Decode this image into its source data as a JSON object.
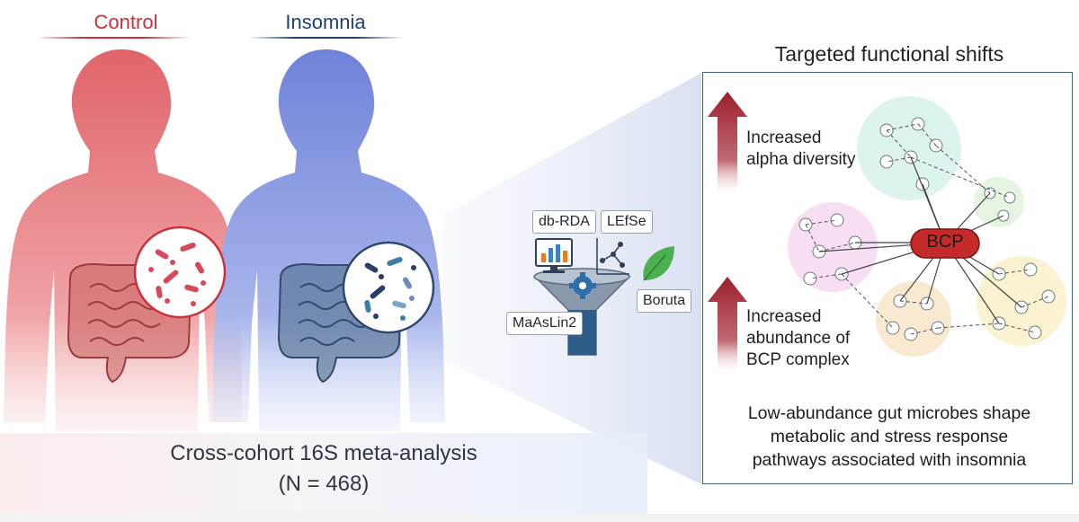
{
  "cohorts": {
    "control": {
      "label": "Control",
      "color": "#c8323c"
    },
    "insomnia": {
      "label": "Insomnia",
      "color": "#1f3f7a"
    }
  },
  "study": {
    "title_line1": "Cross-cohort 16S meta-analysis",
    "title_line2": "(N = 468)"
  },
  "methods": {
    "tools": [
      "db-RDA",
      "LEfSe",
      "MaAsLin2",
      "Boruta"
    ]
  },
  "results": {
    "title": "Targeted functional shifts",
    "finding1": {
      "line1": "Increased",
      "line2": "alpha diversity"
    },
    "finding2": {
      "line1": "Increased",
      "line2": "abundance of",
      "line3": "BCP complex"
    },
    "hub_label": "BCP",
    "summary_line1": "Low-abundance gut microbes shape",
    "summary_line2": "metabolic and stress response",
    "summary_line3": "pathways associated with insomnia"
  },
  "colors": {
    "control_body": "#e4787c",
    "insomnia_body": "#7e8fdc",
    "arrow_red": "#9c1f2c",
    "hub_red": "#c42a2a",
    "box_border": "#3f5e7e"
  }
}
